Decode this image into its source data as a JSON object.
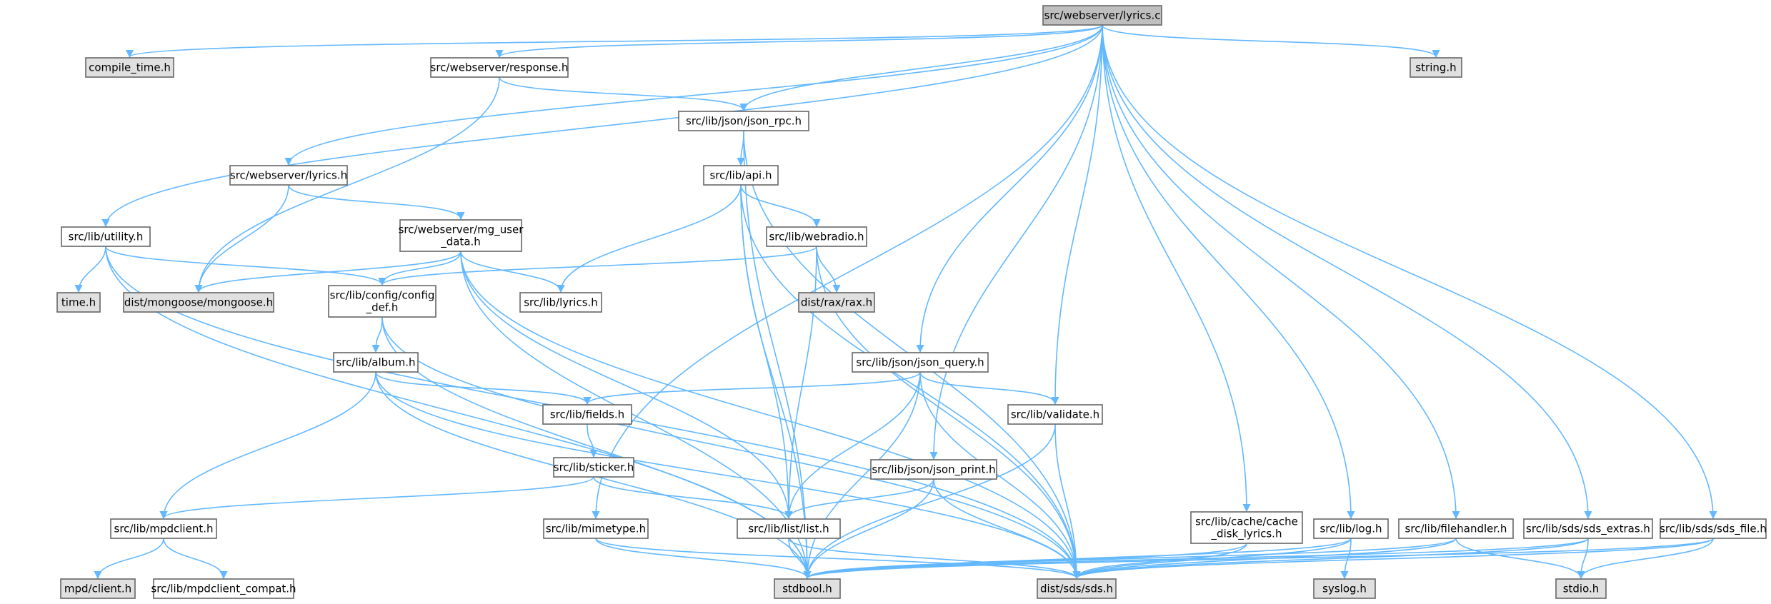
{
  "colors": {
    "edge": "#63b8ff",
    "node_border": "#666666",
    "node_fill_header": "#bfbfbf",
    "node_fill_documented": "#ffffff",
    "node_fill_external": "#e0e0e0"
  },
  "graph": {
    "nodes": [
      {
        "id": "lyrics_c",
        "lines": [
          "src/webserver/lyrics.c"
        ],
        "kind": "header"
      },
      {
        "id": "compile_time",
        "lines": [
          "compile_time.h"
        ],
        "kind": "external"
      },
      {
        "id": "response",
        "lines": [
          "src/webserver/response.h"
        ],
        "kind": "documented"
      },
      {
        "id": "string_h",
        "lines": [
          "string.h"
        ],
        "kind": "external"
      },
      {
        "id": "json_rpc",
        "lines": [
          "src/lib/json/json_rpc.h"
        ],
        "kind": "documented"
      },
      {
        "id": "api",
        "lines": [
          "src/lib/api.h"
        ],
        "kind": "documented"
      },
      {
        "id": "ws_lyrics_h",
        "lines": [
          "src/webserver/lyrics.h"
        ],
        "kind": "documented"
      },
      {
        "id": "utility",
        "lines": [
          "src/lib/utility.h"
        ],
        "kind": "documented"
      },
      {
        "id": "mg_user_data",
        "lines": [
          "src/webserver/mg_user",
          "_data.h"
        ],
        "kind": "documented"
      },
      {
        "id": "webradio",
        "lines": [
          "src/lib/webradio.h"
        ],
        "kind": "documented"
      },
      {
        "id": "time_h",
        "lines": [
          "time.h"
        ],
        "kind": "external"
      },
      {
        "id": "mongoose",
        "lines": [
          "dist/mongoose/mongoose.h"
        ],
        "kind": "external"
      },
      {
        "id": "config_def",
        "lines": [
          "src/lib/config/config",
          "_def.h"
        ],
        "kind": "documented"
      },
      {
        "id": "lib_lyrics",
        "lines": [
          "src/lib/lyrics.h"
        ],
        "kind": "documented"
      },
      {
        "id": "rax",
        "lines": [
          "dist/rax/rax.h"
        ],
        "kind": "external"
      },
      {
        "id": "album",
        "lines": [
          "src/lib/album.h"
        ],
        "kind": "documented"
      },
      {
        "id": "json_query",
        "lines": [
          "src/lib/json/json_query.h"
        ],
        "kind": "documented"
      },
      {
        "id": "fields",
        "lines": [
          "src/lib/fields.h"
        ],
        "kind": "documented"
      },
      {
        "id": "validate",
        "lines": [
          "src/lib/validate.h"
        ],
        "kind": "documented"
      },
      {
        "id": "sticker",
        "lines": [
          "src/lib/sticker.h"
        ],
        "kind": "documented"
      },
      {
        "id": "json_print",
        "lines": [
          "src/lib/json/json_print.h"
        ],
        "kind": "documented"
      },
      {
        "id": "mpdclient",
        "lines": [
          "src/lib/mpdclient.h"
        ],
        "kind": "documented"
      },
      {
        "id": "mimetype",
        "lines": [
          "src/lib/mimetype.h"
        ],
        "kind": "documented"
      },
      {
        "id": "list",
        "lines": [
          "src/lib/list/list.h"
        ],
        "kind": "documented"
      },
      {
        "id": "cache_lyrics",
        "lines": [
          "src/lib/cache/cache",
          "_disk_lyrics.h"
        ],
        "kind": "documented"
      },
      {
        "id": "log_h",
        "lines": [
          "src/lib/log.h"
        ],
        "kind": "documented"
      },
      {
        "id": "filehandler",
        "lines": [
          "src/lib/filehandler.h"
        ],
        "kind": "documented"
      },
      {
        "id": "sds_extras",
        "lines": [
          "src/lib/sds/sds_extras.h"
        ],
        "kind": "documented"
      },
      {
        "id": "sds_file",
        "lines": [
          "src/lib/sds/sds_file.h"
        ],
        "kind": "documented"
      },
      {
        "id": "mpd_client",
        "lines": [
          "mpd/client.h"
        ],
        "kind": "external"
      },
      {
        "id": "mpdclient_compat",
        "lines": [
          "src/lib/mpdclient_compat.h"
        ],
        "kind": "documented"
      },
      {
        "id": "stdbool",
        "lines": [
          "stdbool.h"
        ],
        "kind": "external"
      },
      {
        "id": "sds",
        "lines": [
          "dist/sds/sds.h"
        ],
        "kind": "external"
      },
      {
        "id": "syslog",
        "lines": [
          "syslog.h"
        ],
        "kind": "external"
      },
      {
        "id": "stdio",
        "lines": [
          "stdio.h"
        ],
        "kind": "external"
      }
    ],
    "edges": [
      [
        "lyrics_c",
        "compile_time"
      ],
      [
        "lyrics_c",
        "response"
      ],
      [
        "lyrics_c",
        "string_h"
      ],
      [
        "lyrics_c",
        "json_rpc"
      ],
      [
        "lyrics_c",
        "ws_lyrics_h"
      ],
      [
        "lyrics_c",
        "utility"
      ],
      [
        "lyrics_c",
        "mimetype"
      ],
      [
        "lyrics_c",
        "json_query"
      ],
      [
        "lyrics_c",
        "json_print"
      ],
      [
        "lyrics_c",
        "validate"
      ],
      [
        "lyrics_c",
        "cache_lyrics"
      ],
      [
        "lyrics_c",
        "log_h"
      ],
      [
        "lyrics_c",
        "filehandler"
      ],
      [
        "lyrics_c",
        "sds_extras"
      ],
      [
        "lyrics_c",
        "sds_file"
      ],
      [
        "response",
        "json_rpc"
      ],
      [
        "response",
        "mongoose"
      ],
      [
        "json_rpc",
        "api"
      ],
      [
        "json_rpc",
        "stdbool"
      ],
      [
        "json_rpc",
        "sds"
      ],
      [
        "api",
        "webradio"
      ],
      [
        "api",
        "lib_lyrics"
      ],
      [
        "api",
        "list"
      ],
      [
        "api",
        "stdbool"
      ],
      [
        "api",
        "sds"
      ],
      [
        "ws_lyrics_h",
        "mg_user_data"
      ],
      [
        "ws_lyrics_h",
        "mongoose"
      ],
      [
        "mg_user_data",
        "mongoose"
      ],
      [
        "mg_user_data",
        "config_def"
      ],
      [
        "mg_user_data",
        "lib_lyrics"
      ],
      [
        "mg_user_data",
        "list"
      ],
      [
        "mg_user_data",
        "stdbool"
      ],
      [
        "mg_user_data",
        "sds"
      ],
      [
        "utility",
        "time_h"
      ],
      [
        "utility",
        "config_def"
      ],
      [
        "utility",
        "stdbool"
      ],
      [
        "utility",
        "sds"
      ],
      [
        "webradio",
        "config_def"
      ],
      [
        "webradio",
        "rax"
      ],
      [
        "webradio",
        "list"
      ],
      [
        "webradio",
        "sds"
      ],
      [
        "config_def",
        "album"
      ],
      [
        "config_def",
        "stdbool"
      ],
      [
        "config_def",
        "sds"
      ],
      [
        "album",
        "fields"
      ],
      [
        "album",
        "mpdclient"
      ],
      [
        "album",
        "stdbool"
      ],
      [
        "album",
        "sds"
      ],
      [
        "json_query",
        "fields"
      ],
      [
        "json_query",
        "validate"
      ],
      [
        "json_query",
        "list"
      ],
      [
        "json_query",
        "stdbool"
      ],
      [
        "json_query",
        "sds"
      ],
      [
        "fields",
        "sticker"
      ],
      [
        "sticker",
        "mpdclient"
      ],
      [
        "sticker",
        "list"
      ],
      [
        "validate",
        "stdbool"
      ],
      [
        "validate",
        "sds"
      ],
      [
        "json_print",
        "list"
      ],
      [
        "json_print",
        "stdbool"
      ],
      [
        "json_print",
        "sds"
      ],
      [
        "mpdclient",
        "mpd_client"
      ],
      [
        "mpdclient",
        "mpdclient_compat"
      ],
      [
        "mimetype",
        "stdbool"
      ],
      [
        "mimetype",
        "sds"
      ],
      [
        "list",
        "stdbool"
      ],
      [
        "list",
        "sds"
      ],
      [
        "cache_lyrics",
        "stdbool"
      ],
      [
        "cache_lyrics",
        "sds"
      ],
      [
        "log_h",
        "stdbool"
      ],
      [
        "log_h",
        "syslog"
      ],
      [
        "log_h",
        "sds"
      ],
      [
        "filehandler",
        "stdbool"
      ],
      [
        "filehandler",
        "stdio"
      ],
      [
        "filehandler",
        "sds"
      ],
      [
        "sds_extras",
        "stdbool"
      ],
      [
        "sds_extras",
        "stdio"
      ],
      [
        "sds_extras",
        "sds"
      ],
      [
        "sds_file",
        "stdbool"
      ],
      [
        "sds_file",
        "stdio"
      ],
      [
        "sds_file",
        "sds"
      ]
    ]
  }
}
